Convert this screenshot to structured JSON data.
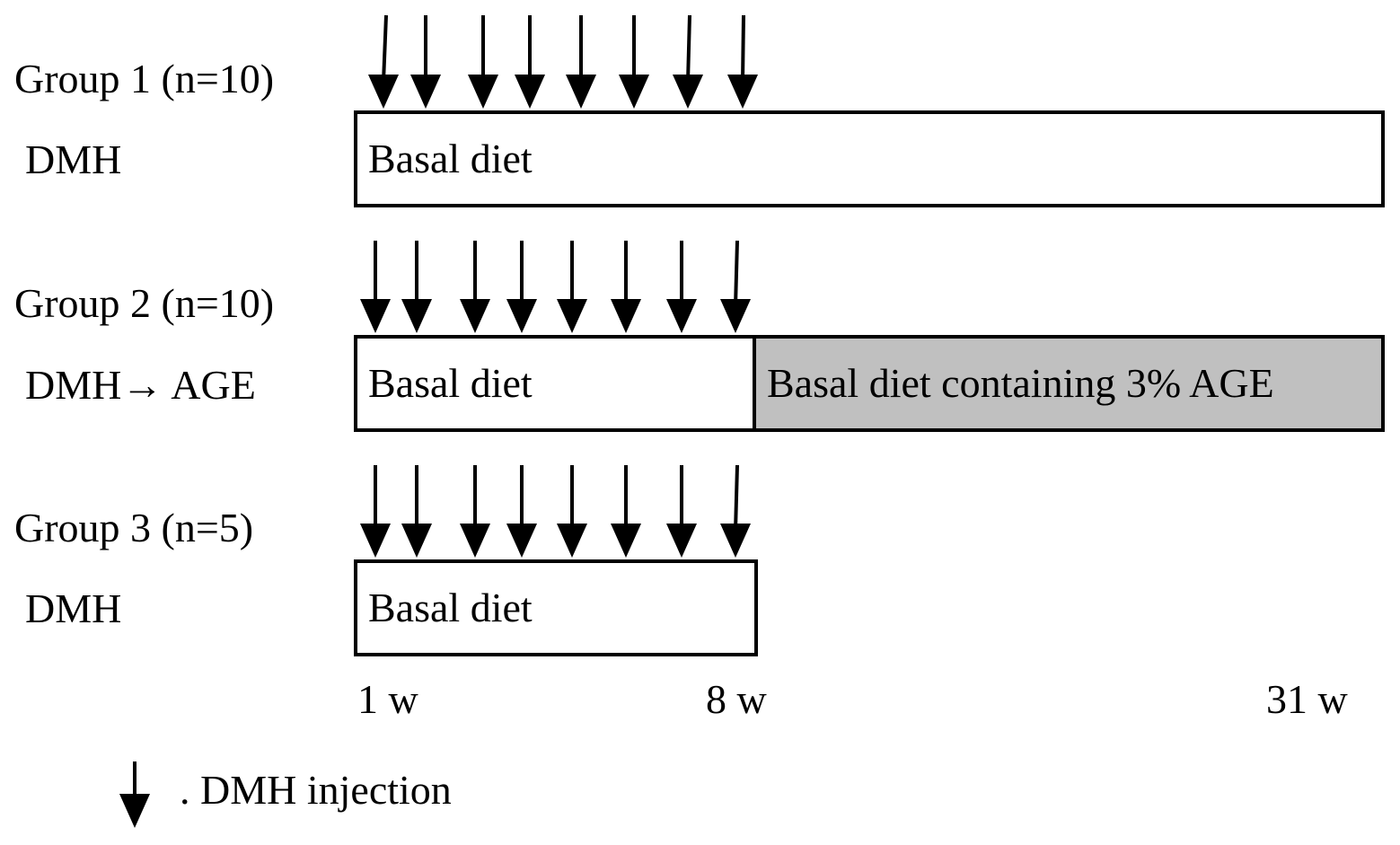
{
  "groups": [
    {
      "title": "Group 1 (n=10)",
      "treatment": "DMH",
      "segments": [
        {
          "label": "Basal diet",
          "fill": "#ffffff"
        }
      ]
    },
    {
      "title": "Group 2 (n=10)",
      "treatment": "DMH→ AGE",
      "segments": [
        {
          "label": "Basal diet",
          "fill": "#ffffff"
        },
        {
          "label": "Basal diet containing 3% AGE",
          "fill": "#c0c0c0"
        }
      ]
    },
    {
      "title": "Group 3 (n=5)",
      "treatment": "DMH",
      "segments": [
        {
          "label": "Basal diet",
          "fill": "#ffffff"
        }
      ]
    }
  ],
  "timeline": {
    "ticks": [
      "1 w",
      "8 w",
      "31 w"
    ]
  },
  "legend": {
    "text": ". DMH injection",
    "icon": "down-arrow-icon"
  }
}
